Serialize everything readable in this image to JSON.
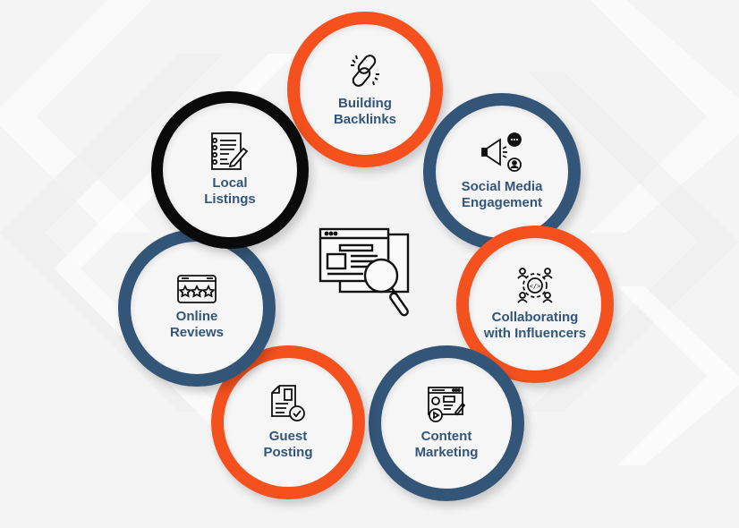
{
  "diagram": {
    "center": {
      "icon": "website-search-icon"
    },
    "colors": {
      "orange": "#f4511e",
      "navy": "#335577",
      "black": "#0a0a0a",
      "label": "#33557a",
      "background": "#f4f4f5",
      "fill": "#f6f6f7"
    },
    "nodes": [
      {
        "id": "building-backlinks",
        "label": "Building\nBacklinks",
        "icon": "chain-link-icon",
        "ring_color": "orange"
      },
      {
        "id": "social-media-engagement",
        "label": "Social Media\nEngagement",
        "icon": "megaphone-icon",
        "ring_color": "navy"
      },
      {
        "id": "collaborating-with-influencers",
        "label": "Collaborating\nwith Influencers",
        "icon": "network-people-icon",
        "ring_color": "orange"
      },
      {
        "id": "content-marketing",
        "label": "Content\nMarketing",
        "icon": "content-dashboard-icon",
        "ring_color": "navy"
      },
      {
        "id": "guest-posting",
        "label": "Guest\nPosting",
        "icon": "document-check-icon",
        "ring_color": "orange"
      },
      {
        "id": "online-reviews",
        "label": "Online\nReviews",
        "icon": "star-rating-window-icon",
        "ring_color": "navy"
      },
      {
        "id": "local-listings",
        "label": "Local\nListings",
        "icon": "checklist-pen-icon",
        "ring_color": "black"
      }
    ]
  }
}
